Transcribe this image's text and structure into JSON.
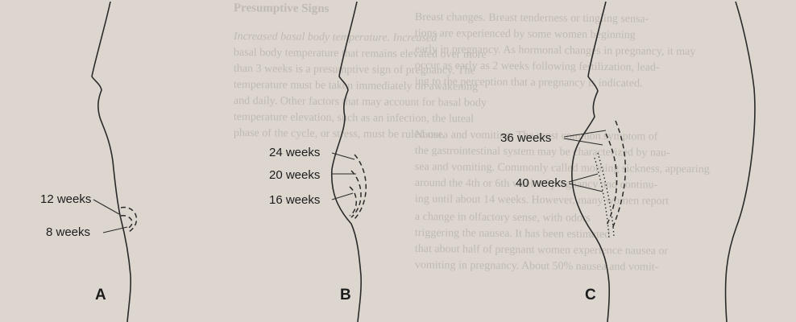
{
  "background_text": {
    "heading_left": "Presumptive Signs",
    "lines_left": [
      "Increased basal body temperature. Increased",
      "basal body temperature that remains elevated over more",
      "than 3 weeks is a presumptive sign of pregnancy. The",
      "temperature must be taken immediately on awakening",
      "and daily. Other factors that may account for basal body",
      "temperature elevation, such as an infection, the luteal",
      "phase of the cycle, or stress, must be ruled out."
    ],
    "lines_right": [
      "Breast changes. Breast tenderness or tingling sensa-",
      "tions are experienced by some women beginning",
      "early in pregnancy. As hormonal changes in pregnancy, it may",
      "occur as early as 2 weeks following fertilization, lead-",
      "ing to the perception that a pregnancy is indicated.",
      "",
      "Nausea and vomiting. The most common symptom of",
      "the gastrointestinal system may be characterized by nau-",
      "sea and vomiting. Commonly called morning sickness, appearing",
      "around the 4th or 6th week of pregnancy and continu-",
      "ing until about 14 weeks. However, many women report",
      "a change in olfactory sense, with odors",
      "triggering the nausea. It has been estimated",
      "that about half of pregnant women experience nausea or",
      "vomiting in pregnancy. About 50% nausea and vomit-"
    ]
  },
  "figure": {
    "panels": [
      {
        "letter": "A",
        "labels": [
          "12 weeks",
          "8 weeks"
        ]
      },
      {
        "letter": "B",
        "labels": [
          "24 weeks",
          "20 weeks",
          "16 weeks"
        ]
      },
      {
        "letter": "C",
        "labels": [
          "36 weeks",
          "40 weeks"
        ]
      }
    ]
  }
}
